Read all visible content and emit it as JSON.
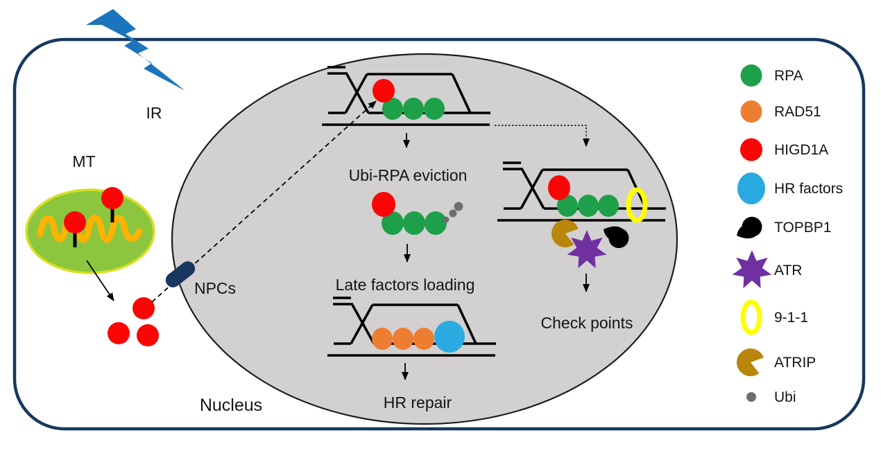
{
  "diagram": {
    "labels": {
      "ir": "IR",
      "mt": "MT",
      "npcs": "NPCs",
      "nucleus": "Nucleus",
      "ubi_rpa_eviction": "Ubi-RPA eviction",
      "late_factors_loading": "Late factors loading",
      "hr_repair": "HR repair",
      "check_points": "Check points"
    }
  },
  "legend": {
    "items": [
      {
        "label": "RPA",
        "icon": "green-circle",
        "color": "#1DA049"
      },
      {
        "label": "RAD51",
        "icon": "orange-circle",
        "color": "#ED7D31"
      },
      {
        "label": "HIGD1A",
        "icon": "red-circle",
        "color": "#FB0606"
      },
      {
        "label": "HR factors",
        "icon": "blue-circle",
        "color": "#29ABE2"
      },
      {
        "label": "TOPBP1",
        "icon": "black-teardrop",
        "color": "#000000"
      },
      {
        "label": "ATR",
        "icon": "purple-star",
        "color": "#7030A0"
      },
      {
        "label": "9-1-1",
        "icon": "yellow-ring",
        "color": "#FFFF00"
      },
      {
        "label": "ATRIP",
        "icon": "dark-yellow-pacman",
        "color": "#B8860B"
      },
      {
        "label": "Ubi",
        "icon": "gray-dot",
        "color": "#6E6E6E"
      }
    ]
  },
  "colors": {
    "membrane": "#17375E",
    "lightning": "#1B75BC",
    "nucleus_fill": "#D2D0D0",
    "nucleus_stroke": "#1B1B1B",
    "mito_fill": "#8CC63F",
    "mito_stroke": "#D7DF23",
    "cristae": "#FFB300",
    "green": "#1DA049",
    "orange": "#ED7D31",
    "red": "#FB0606",
    "blue": "#29ABE2",
    "purple": "#7030A0",
    "yellow": "#FFFF00",
    "dark_yellow": "#B8860B",
    "gray": "#6E6E6E",
    "black": "#000000"
  }
}
